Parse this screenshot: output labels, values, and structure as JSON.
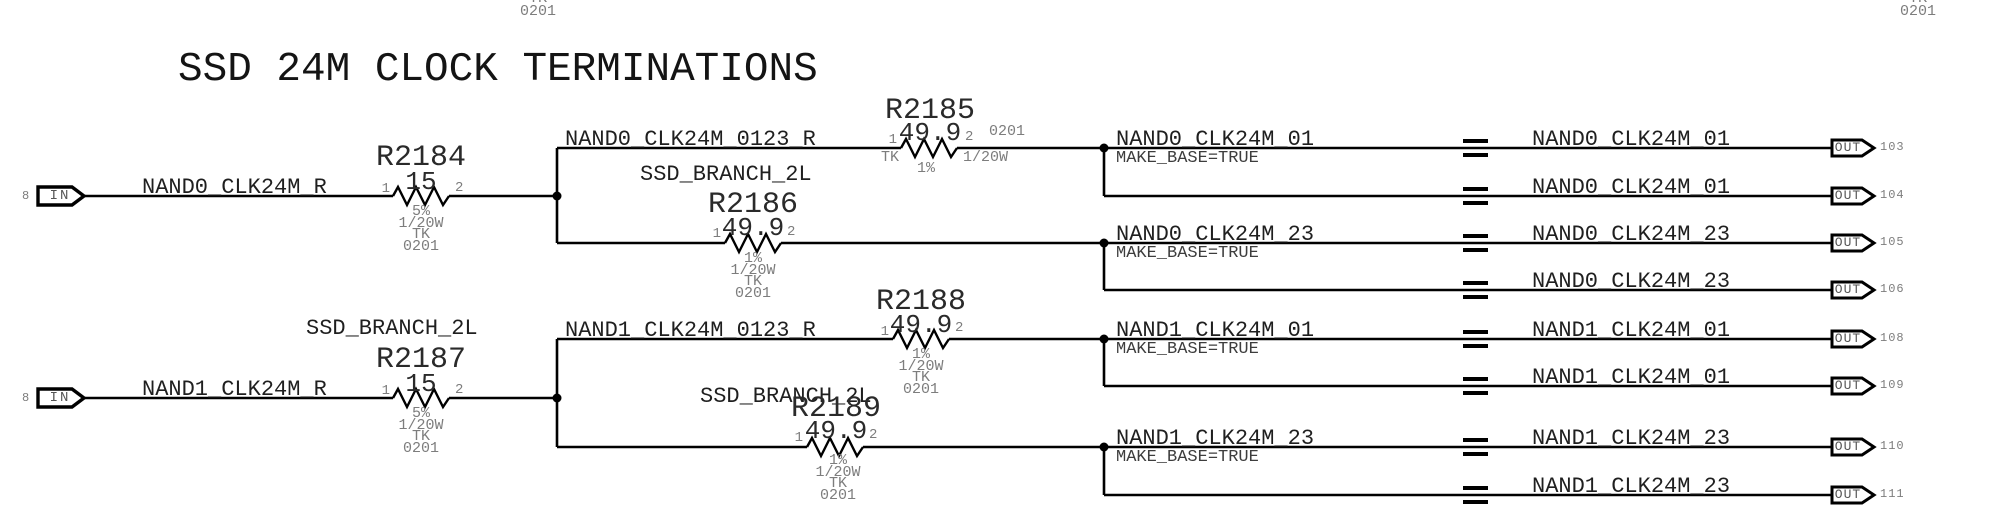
{
  "title": "SSD 24M CLOCK TERMINATIONS",
  "colors": {
    "background": "#ffffff",
    "wire": "#000000",
    "net_label": "#1f1f1f",
    "component_text": "#2a2a2a",
    "attribute_text": "#7d7d7d",
    "port_text": "#565656",
    "property_text": "#3d3d3d"
  },
  "edge_fragments": {
    "top_center": {
      "tk": "TK",
      "pkg": "0201"
    },
    "top_right": {
      "tk": "TK",
      "pkg": "0201"
    }
  },
  "inputs": [
    {
      "pin": "8",
      "port": "IN",
      "net": "NAND0_CLK24M_R"
    },
    {
      "pin": "8",
      "port": "IN",
      "net": "NAND1_CLK24M_R"
    }
  ],
  "branch_nets": [
    "NAND0_CLK24M_0123_R",
    "NAND1_CLK24M_0123_R"
  ],
  "branch_tags": [
    "SSD_BRANCH_2L",
    "SSD_BRANCH_2L",
    "SSD_BRANCH_2L"
  ],
  "resistors": [
    {
      "ref": "R2184",
      "value": "15",
      "pin_left": "1",
      "pin_right": "2",
      "attributes": [
        "5%",
        "1/20W",
        "TK",
        "0201"
      ]
    },
    {
      "ref": "R2185",
      "value": "49.9",
      "pin_left": "1",
      "pin_right": "2",
      "attributes": [
        "TK",
        "1%",
        "1/20W",
        "0201"
      ]
    },
    {
      "ref": "R2186",
      "value": "49.9",
      "pin_left": "1",
      "pin_right": "2",
      "attributes": [
        "1%",
        "1/20W",
        "TK",
        "0201"
      ]
    },
    {
      "ref": "R2187",
      "value": "15",
      "pin_left": "1",
      "pin_right": "2",
      "attributes": [
        "5%",
        "1/20W",
        "TK",
        "0201"
      ]
    },
    {
      "ref": "R2188",
      "value": "49.9",
      "pin_left": "1",
      "pin_right": "2",
      "attributes": [
        "1%",
        "1/20W",
        "TK",
        "0201"
      ]
    },
    {
      "ref": "R2189",
      "value": "49.9",
      "pin_left": "1",
      "pin_right": "2",
      "attributes": [
        "1%",
        "1/20W",
        "TK",
        "0201"
      ]
    }
  ],
  "output_rows": [
    {
      "net_left": "NAND0_CLK24M_01",
      "property": "MAKE_BASE=TRUE",
      "net_right": "NAND0_CLK24M_01",
      "port": "OUT",
      "pin": "103"
    },
    {
      "net_right": "NAND0_CLK24M_01",
      "port": "OUT",
      "pin": "104"
    },
    {
      "net_left": "NAND0_CLK24M_23",
      "property": "MAKE_BASE=TRUE",
      "net_right": "NAND0_CLK24M_23",
      "port": "OUT",
      "pin": "105"
    },
    {
      "net_right": "NAND0_CLK24M_23",
      "port": "OUT",
      "pin": "106"
    },
    {
      "net_left": "NAND1_CLK24M_01",
      "property": "MAKE_BASE=TRUE",
      "net_right": "NAND1_CLK24M_01",
      "port": "OUT",
      "pin": "108"
    },
    {
      "net_right": "NAND1_CLK24M_01",
      "port": "OUT",
      "pin": "109"
    },
    {
      "net_left": "NAND1_CLK24M_23",
      "property": "MAKE_BASE=TRUE",
      "net_right": "NAND1_CLK24M_23",
      "port": "OUT",
      "pin": "110"
    },
    {
      "net_right": "NAND1_CLK24M_23",
      "port": "OUT",
      "pin": "111"
    }
  ]
}
